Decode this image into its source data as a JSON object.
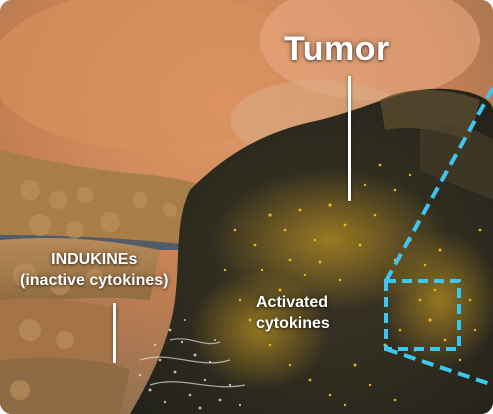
{
  "labels": {
    "tumor": "Tumor",
    "indukines_line1": "INDUKINEs",
    "indukines_line2": "(inactive cytokines)",
    "activated_line1": "Activated",
    "activated_line2": "cytokines"
  },
  "colors": {
    "flesh": "#c98a5c",
    "tissue": "#a57c4e",
    "tumor_dark": "#2c2a22",
    "activated_cytokines": "#e8b21f",
    "inactive_cytokines": "#d9d9d9",
    "zoom_outline": "#3dc6f0"
  },
  "icons": [
    "dashed-zoom-box",
    "zoom-projection-lines"
  ]
}
